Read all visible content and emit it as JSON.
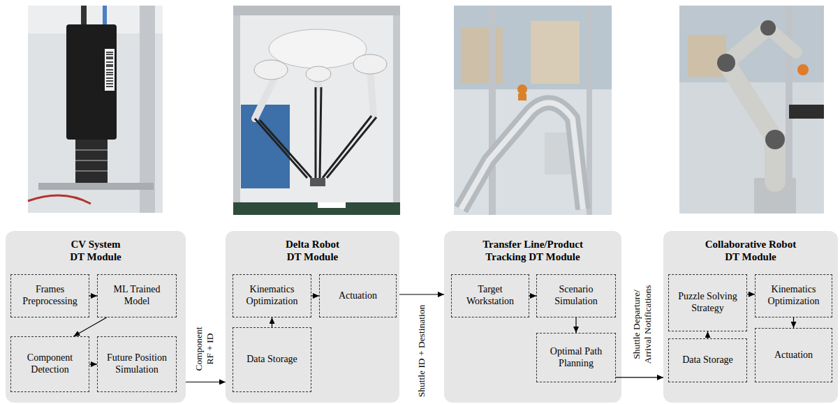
{
  "diagram": {
    "nodes": [
      {
        "text": [
          "CV System DT Module"
        ]
      },
      {
        "text": [
          "Frames Preprocessing"
        ],
        "in": 0
      },
      {
        "text": [
          "ML Trained Model"
        ],
        "in": 0
      },
      {
        "text": [
          "Component Detection"
        ],
        "in": 0
      },
      {
        "text": [
          "Future Position Simulation"
        ],
        "in": 0
      },
      {
        "text": [
          "Delta Robot DT Module"
        ]
      },
      {
        "text": [
          "Kinematics Optimization"
        ],
        "in": 5
      },
      {
        "text": [
          "Actuation"
        ],
        "in": 5
      },
      {
        "text": [
          "Data Storage"
        ],
        "in": 5
      },
      {
        "text": [
          "Transfer Line/Product Tracking DT Module"
        ]
      },
      {
        "text": [
          "Target Workstation"
        ],
        "in": 9
      },
      {
        "text": [
          "Scenario Simulation"
        ],
        "in": 9
      },
      {
        "text": [
          "Optimal Path Planning"
        ],
        "in": 9
      },
      {
        "text": [
          "Collaborative Robot DT Module"
        ]
      },
      {
        "text": [
          "Puzzle Solving Strategy"
        ],
        "in": 13
      },
      {
        "text": [
          "Kinematics Optimization"
        ],
        "in": 13
      },
      {
        "text": [
          "Data Storage"
        ],
        "in": 13
      },
      {
        "text": [
          "Actuation"
        ],
        "in": 13
      }
    ],
    "edges": [
      {
        "from": 1,
        "to": 2,
        "arrow": "to"
      },
      {
        "from": 2,
        "to": 3,
        "arrow": "to"
      },
      {
        "from": 3,
        "to": 4,
        "arrow": "to"
      },
      {
        "from": 0,
        "to": 5,
        "label": "Component RF + ID",
        "arrow": "to"
      },
      {
        "from": 8,
        "to": 6,
        "arrow": "to"
      },
      {
        "from": 6,
        "to": 7,
        "arrow": "to"
      },
      {
        "from": 5,
        "to": 9,
        "label": "Shuttle ID + Destination",
        "arrow": "to"
      },
      {
        "from": 10,
        "to": 11,
        "arrow": "to"
      },
      {
        "from": 11,
        "to": 12,
        "arrow": "to"
      },
      {
        "from": 12,
        "to": 13,
        "label": "Shuttle Departure/ Arrival Notifications",
        "arrow": "to"
      },
      {
        "from": 16,
        "to": 14,
        "arrow": "to"
      },
      {
        "from": 14,
        "to": 15,
        "arrow": "to"
      },
      {
        "from": 15,
        "to": 17,
        "arrow": "to"
      }
    ]
  }
}
